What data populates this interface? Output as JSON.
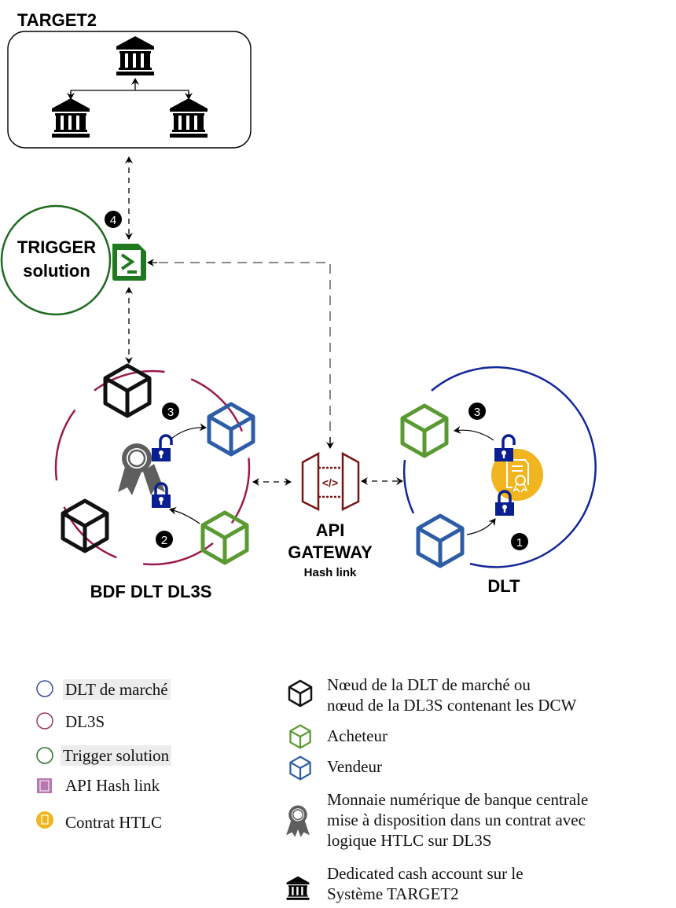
{
  "colors": {
    "dlt_blue": "#13279a",
    "dl3s_crimson": "#9b1a4d",
    "trigger_green": "#1e6b1e",
    "acheteur_green": "#5a9a32",
    "vendeur_blue": "#2e5da8",
    "lock_navy": "#0a1f8f",
    "api_maroon": "#7a1414",
    "htlc_gold": "#f0b51f",
    "medal_gray": "#5e5e5e",
    "api_legend_purple": "#b779b0"
  },
  "target2": {
    "title": "TARGET2"
  },
  "trigger": {
    "label_line1": "TRIGGER",
    "label_line2": "solution",
    "step": "4"
  },
  "dl3s": {
    "title": "BDF DLT DL3S",
    "steps": [
      "3",
      "2"
    ]
  },
  "api": {
    "line1": "API",
    "line2": "GATEWAY",
    "line3": "Hash link",
    "code_glyph": "</>"
  },
  "dlt": {
    "title": "DLT",
    "steps": [
      "3",
      "1"
    ]
  },
  "legend_left": [
    {
      "icon": "circle-blue-icon",
      "label": "DLT de marché"
    },
    {
      "icon": "circle-crimson-icon",
      "label": "DL3S"
    },
    {
      "icon": "circle-green-icon",
      "label": "Trigger solution"
    },
    {
      "icon": "api-gateway-icon",
      "label": "API Hash link"
    },
    {
      "icon": "htlc-contract-icon",
      "label": "Contrat HTLC"
    }
  ],
  "legend_right": [
    {
      "icon": "cube-black-icon",
      "lines": [
        "Nœud de la DLT de marché ou",
        "nœud de la DL3S contenant les DCW"
      ]
    },
    {
      "icon": "cube-green-icon",
      "lines": [
        "Acheteur"
      ]
    },
    {
      "icon": "cube-blue-icon",
      "lines": [
        "Vendeur"
      ]
    },
    {
      "icon": "medal-icon",
      "lines": [
        "Monnaie numérique de banque centrale",
        "mise à disposition dans un contrat avec",
        "logique HTLC sur DL3S"
      ]
    },
    {
      "icon": "bank-icon",
      "lines": [
        "Dedicated cash account sur le",
        "Système TARGET2"
      ]
    }
  ]
}
